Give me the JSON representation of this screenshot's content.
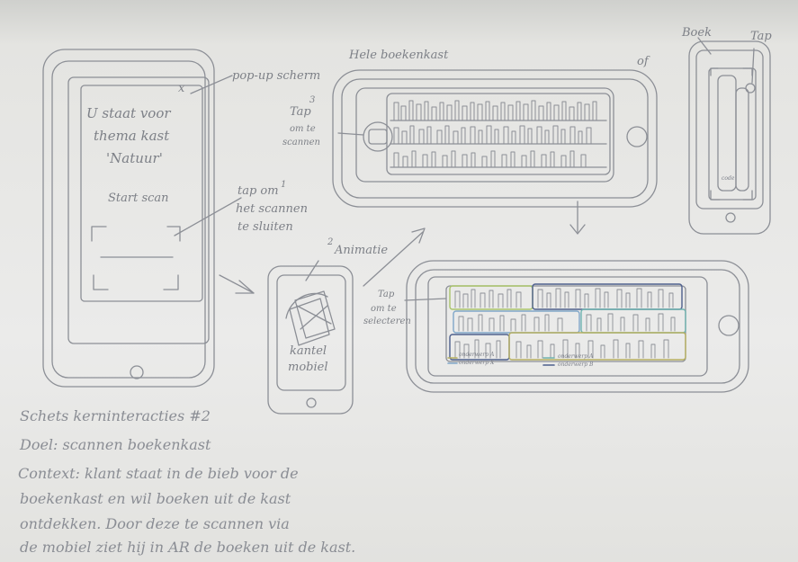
{
  "labels": {
    "popup_screen": "pop-up scherm",
    "close_mark": "x",
    "phone1_line1": "U staat voor",
    "phone1_line2": "thema kast",
    "phone1_line3": "'Natuur'",
    "start_scan": "Start scan",
    "tap_close": "tap om",
    "tap_close_2": "het scannen",
    "tap_close_3": "te sluiten",
    "tap_close_num": "1",
    "whole_bookcase": "Hele boekenkast",
    "of": "of",
    "tap_scan_num": "3",
    "tap_scan_1": "Tap",
    "tap_scan_2": "om te",
    "tap_scan_3": "scannen",
    "animation_num": "2",
    "animation": "Animatie",
    "tilt_1": "kantel",
    "tilt_2": "mobiel",
    "tap_select_1": "Tap",
    "tap_select_2": "om te",
    "tap_select_3": "selecteren",
    "book": "Boek",
    "tap": "Tap",
    "code": "code",
    "legend_a1": "onderwerp A",
    "legend_a2": "onderwerp A",
    "legend_b1": "onderwerp X",
    "legend_b2": "onderwerp B"
  },
  "notes": {
    "title": "Schets kerninteracties #2",
    "goal": "Doel: scannen boekenkast",
    "context_1": "Context: klant staat in de bieb voor de",
    "context_2": "boekenkast en wil boeken uit de kast",
    "context_3": "ontdekken. Door deze te scannen via",
    "context_4": "de mobiel ziet hij in AR de boeken uit de kast."
  },
  "colors": {
    "pencil": "#8c8f96",
    "paper": "#ebebea",
    "shelf_green": "#a9c46a",
    "shelf_blue": "#7fa6c8",
    "shelf_teal": "#6fb3b0",
    "shelf_olive": "#b7b061",
    "shelf_navy": "#4d5f8c"
  }
}
